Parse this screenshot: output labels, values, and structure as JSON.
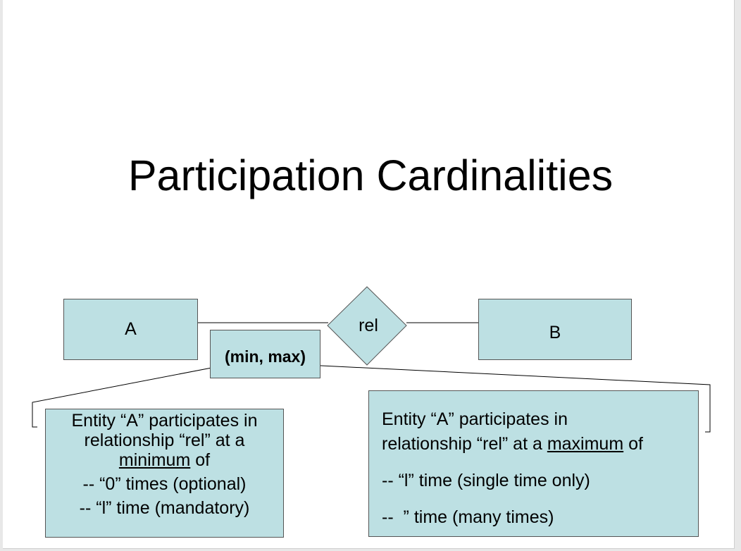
{
  "title": "Participation Cardinalities",
  "entity_a": "A",
  "entity_b": "B",
  "relationship": "rel",
  "cardinality_label": "(min, max)",
  "note_min": {
    "line1": "Entity “A” participates in",
    "line2": "relationship “rel” at a",
    "underlined": "minimum",
    "after_underlined": " of",
    "item1": "-- “0” times (optional)",
    "item2": "-- “l” time (mandatory)"
  },
  "note_max": {
    "line1": "Entity “A” participates in",
    "line2_prefix": "relationship “rel” at a ",
    "underlined": "maximum",
    "after_underlined": " of",
    "item1": "-- “l” time (single time only)",
    "item2": "--  ” time (many times)"
  },
  "colors": {
    "box_fill": "#bde0e3",
    "box_border": "#555555",
    "text": "#000000"
  }
}
